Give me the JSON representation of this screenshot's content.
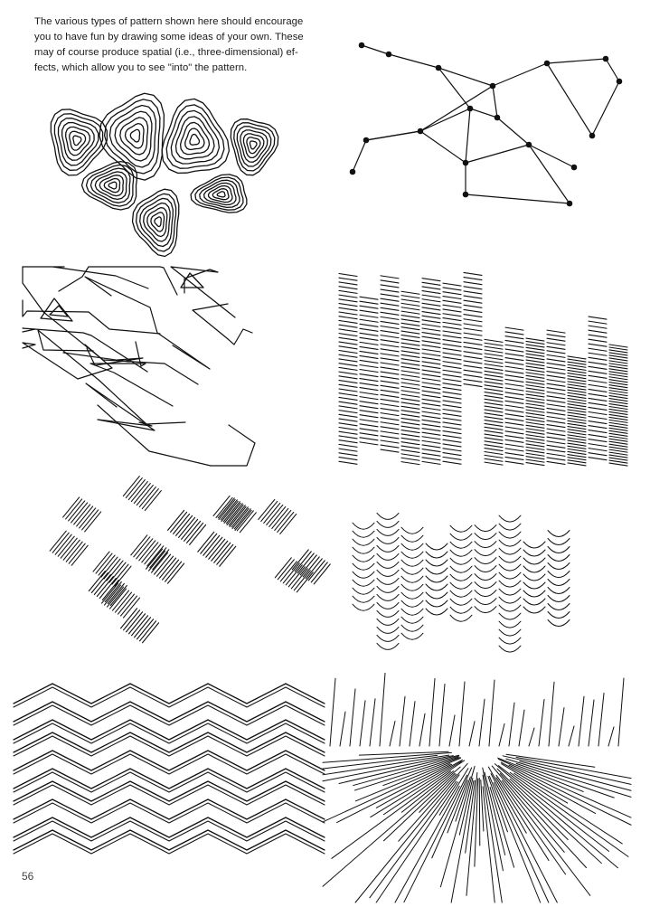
{
  "intro_text": [
    "The various types of pattern shown here should encourage",
    "you to have fun by drawing some ideas of your own. These",
    "may of course produce spatial (i.e., three-dimensional) ef-",
    "fects, which allow you to see \"into\" the pattern."
  ],
  "page_number": "56",
  "illustrations": [
    "contour-blobs",
    "dot-network",
    "maze-lines",
    "hatched-stepped-block",
    "hatched-chevrons",
    "stacked-arches",
    "layered-zigzags",
    "radial-hatching"
  ]
}
